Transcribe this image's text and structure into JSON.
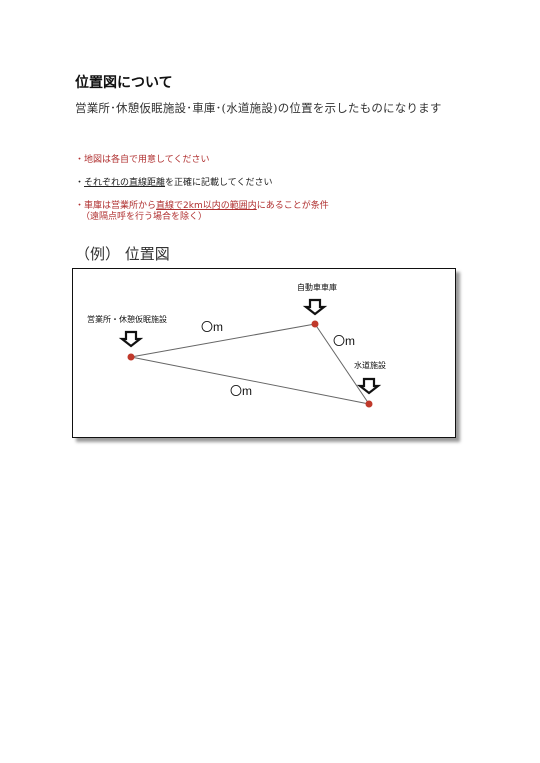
{
  "heading": "位置図について",
  "subheading": "営業所･休憩仮眠施設･車庫･(水道施設)の位置を示したものになります",
  "notes": [
    {
      "bullet": "・",
      "text": "地図は各自で用意してください"
    },
    {
      "bullet": "・",
      "underlined": "それぞれの直線距離",
      "rest": "を正確に記載してください"
    },
    {
      "bullet": "・",
      "pre": "車庫は営業所から",
      "underlined": "直線で2km以内の範囲内",
      "post": "にあることが条件",
      "line2": "（遠隔点呼を行う場合を除く）"
    }
  ],
  "example_title": "（例） 位置図",
  "diagram": {
    "points": [
      {
        "label": "営業所・休憩仮眠施設"
      },
      {
        "label": "自動車車庫"
      },
      {
        "label": "水道施設"
      }
    ],
    "distances": [
      "〇m",
      "〇m",
      "〇m"
    ],
    "colors": {
      "line": "#555555",
      "dot": "#c0392b",
      "arrow": "#111111"
    }
  }
}
